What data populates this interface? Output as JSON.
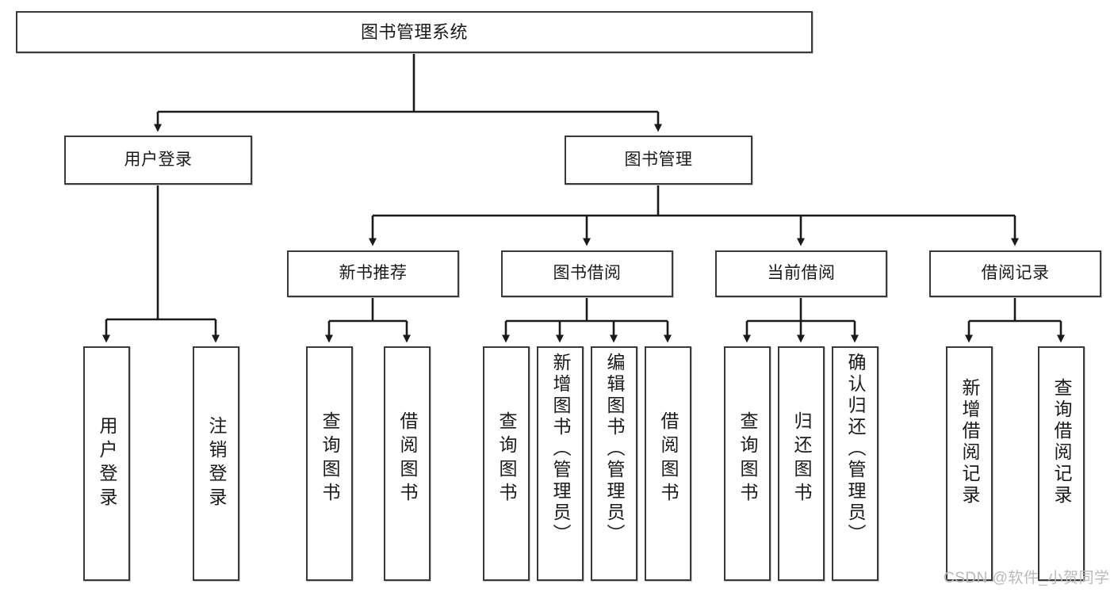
{
  "diagram": {
    "type": "tree",
    "title": "图书管理系统",
    "orientation": "top-down",
    "colors": {
      "box_border": "#3a3a3a",
      "box_fill": "#ffffff",
      "connector": "#1a1a1a",
      "watermark": "#b9b9b9"
    },
    "root": {
      "label": "图书管理系统"
    },
    "level2": [
      {
        "label": "用户登录"
      },
      {
        "label": "图书管理"
      }
    ],
    "level3": [
      {
        "label": "新书推荐"
      },
      {
        "label": "图书借阅"
      },
      {
        "label": "当前借阅"
      },
      {
        "label": "借阅记录"
      }
    ],
    "leaves": {
      "user_login": [
        {
          "label": "用户登录"
        },
        {
          "label": "注销登录"
        }
      ],
      "new_book_recommend": [
        {
          "label": "查询图书"
        },
        {
          "label": "借阅图书"
        }
      ],
      "book_borrow": [
        {
          "label": "查询图书"
        },
        {
          "label": "新增图书（管理员）"
        },
        {
          "label": "编辑图书（管理员）"
        },
        {
          "label": "借阅图书"
        }
      ],
      "current_borrow": [
        {
          "label": "查询图书"
        },
        {
          "label": "归还图书"
        },
        {
          "label": "确认归还（管理员）"
        }
      ],
      "borrow_record": [
        {
          "label": "新增借阅记录"
        },
        {
          "label": "查询借阅记录"
        }
      ]
    }
  },
  "watermark": {
    "text": "CSDN @软件_小贺同学"
  }
}
